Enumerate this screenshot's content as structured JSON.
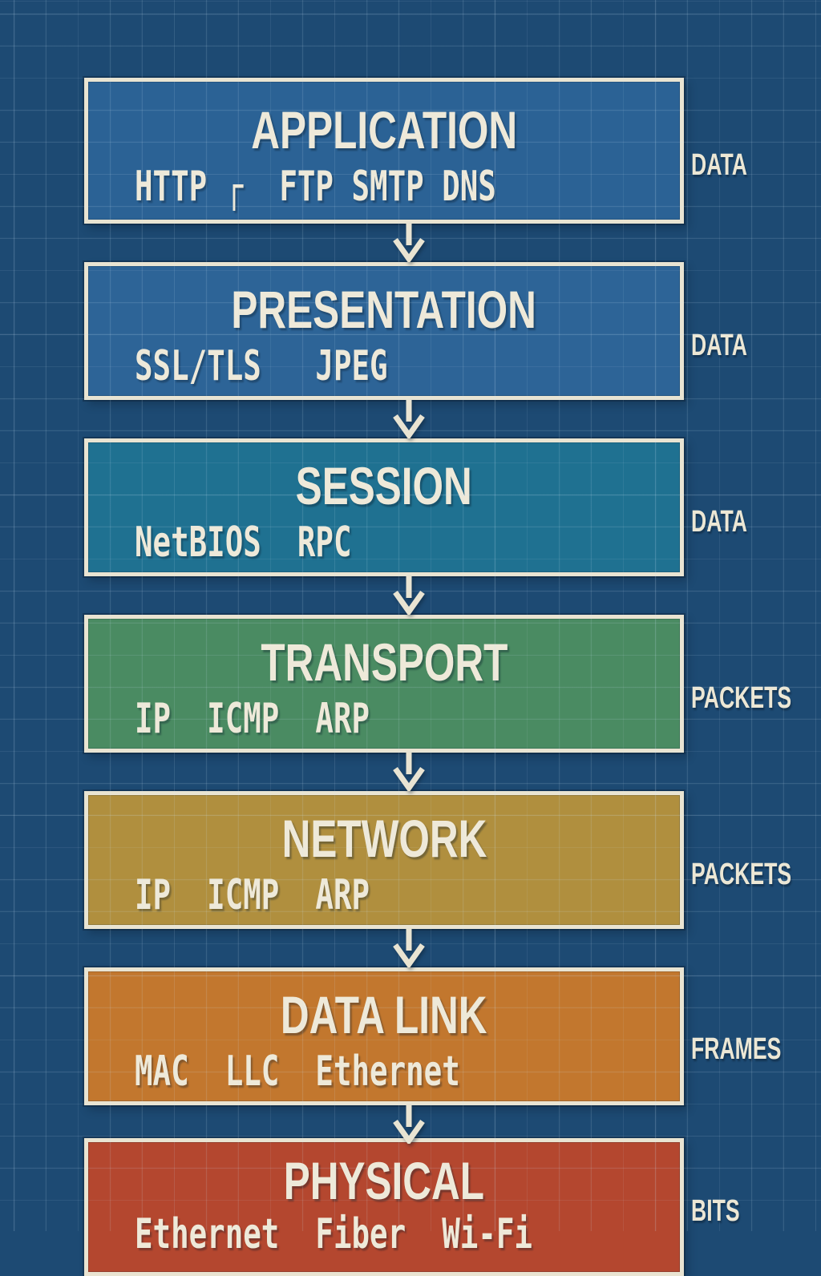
{
  "page": {
    "background_color": "#1d4a73",
    "grid_line_color": "#3a6690",
    "cream_color": "#e9e4d2",
    "style": "blueprint-grid"
  },
  "icons": {
    "flow_arrow": "down-arrow-icon"
  },
  "layers": [
    {
      "name": "APPLICATION",
      "protocols": "HTTP ┌  FTP SMTP DNS",
      "unit": "DATA",
      "color": "#2b6295"
    },
    {
      "name": "PRESENTATION",
      "protocols": "SSL/TLS   JPEG",
      "unit": "DATA",
      "color": "#2d6497"
    },
    {
      "name": "SESSION",
      "protocols": "NetBIOS  RPC",
      "unit": "DATA",
      "color": "#1f7191"
    },
    {
      "name": "TRANSPORT",
      "protocols": "IP  ICMP  ARP",
      "unit": "PACKETS",
      "color": "#4a8b62"
    },
    {
      "name": "NETWORK",
      "protocols": "IP  ICMP  ARP",
      "unit": "PACKETS",
      "color": "#b08f3e"
    },
    {
      "name": "DATA LINK",
      "protocols": "MAC  LLC  Ethernet",
      "unit": "FRAMES",
      "color": "#c2772e"
    },
    {
      "name": "PHYSICAL",
      "protocols": "Ethernet  Fiber  Wi-Fi",
      "unit": "BITS",
      "color": "#b4472f"
    }
  ]
}
